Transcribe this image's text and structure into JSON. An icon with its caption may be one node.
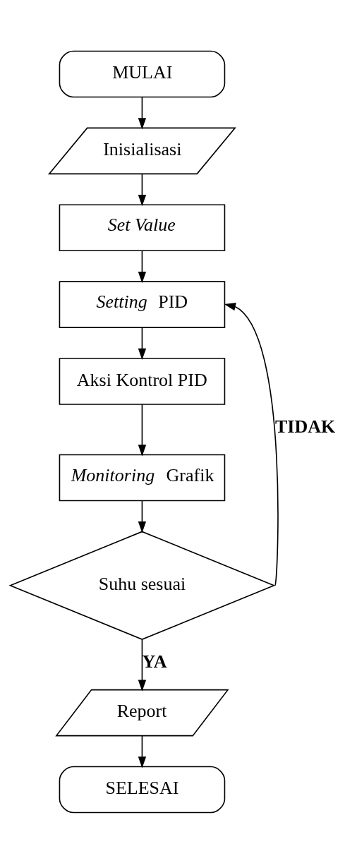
{
  "diagram": {
    "nodes": [
      {
        "text": [
          "MULAI"
        ]
      },
      {
        "text": [
          "Inisialisasi"
        ]
      },
      {
        "text": [
          "Set Value"
        ]
      },
      {
        "text": [
          "*Setting* PID"
        ]
      },
      {
        "text": [
          "Aksi Kontrol PID"
        ]
      },
      {
        "text": [
          "*Monitoring* Grafik"
        ]
      },
      {
        "text": [
          "Suhu sesuai"
        ]
      },
      {
        "text": [
          "Report"
        ]
      },
      {
        "text": [
          "SELESAI"
        ]
      }
    ],
    "edges": [
      {
        "from": 0,
        "to": 1,
        "arrow": "to"
      },
      {
        "from": 1,
        "to": 2,
        "arrow": "to"
      },
      {
        "from": 2,
        "to": 3,
        "arrow": "to"
      },
      {
        "from": 3,
        "to": 4,
        "arrow": "to"
      },
      {
        "from": 4,
        "to": 5,
        "arrow": "to"
      },
      {
        "from": 5,
        "to": 6,
        "arrow": "to"
      },
      {
        "from": 6,
        "to": 3,
        "label": "TIDAK",
        "arrow": "to"
      },
      {
        "from": 6,
        "to": 7,
        "label": "YA",
        "arrow": "to"
      },
      {
        "from": 7,
        "to": 8,
        "arrow": "to"
      }
    ]
  }
}
